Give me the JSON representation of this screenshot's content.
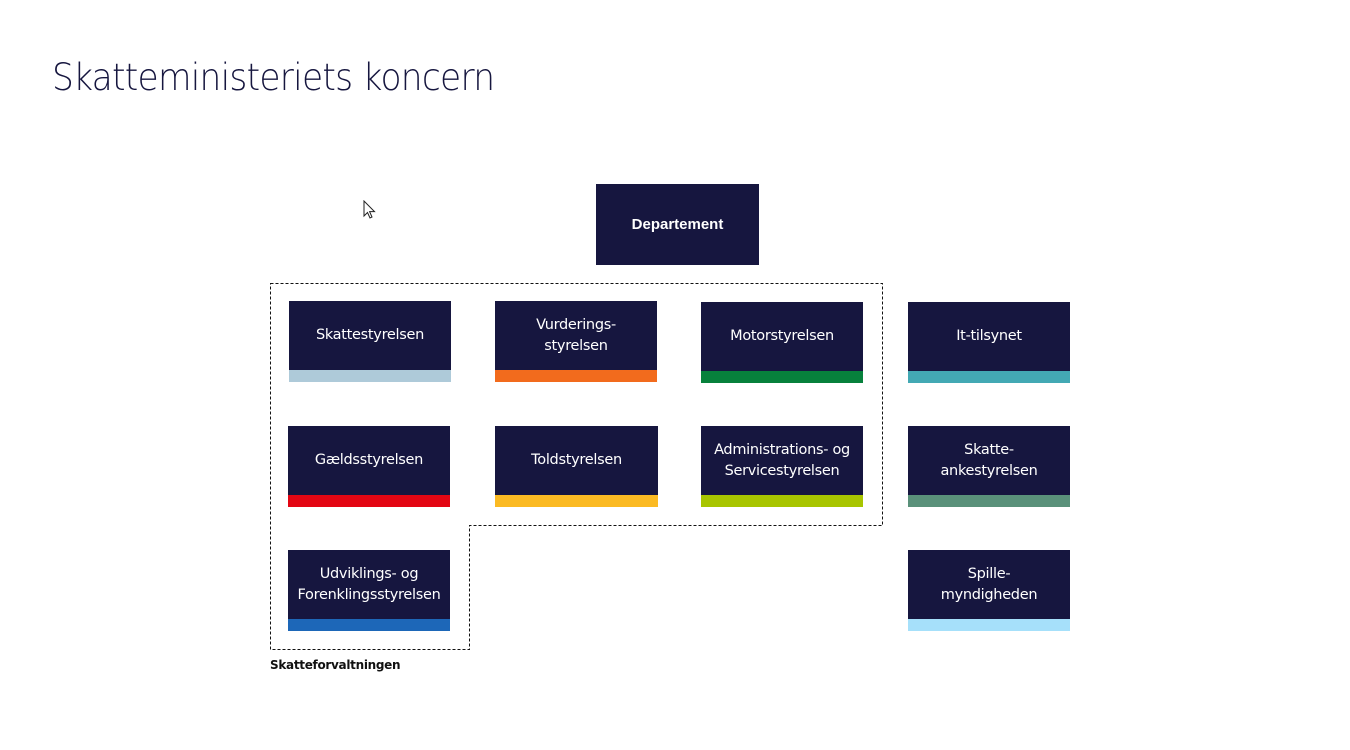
{
  "title": "Skatteministeriets koncern",
  "department": {
    "label": "Departement"
  },
  "group": {
    "label": "Skatteforvaltningen"
  },
  "agencies": [
    {
      "id": "skattestyrelsen",
      "label": "Skattestyrelsen",
      "color": "#aecad9"
    },
    {
      "id": "vurderingsstyrelsen",
      "label": "Vurderings-\nstyrelsen",
      "color": "#f26b1d"
    },
    {
      "id": "motorstyrelsen",
      "label": "Motorstyrelsen",
      "color": "#07813c"
    },
    {
      "id": "it-tilsynet",
      "label": "It-tilsynet",
      "color": "#43a9b4"
    },
    {
      "id": "gaeldsstyrelsen",
      "label": "Gældsstyrelsen",
      "color": "#e30613"
    },
    {
      "id": "toldstyrelsen",
      "label": "Toldstyrelsen",
      "color": "#fbba23"
    },
    {
      "id": "administrations-og-servicestyrelsen",
      "label": "Administrations- og\nServicestyrelsen",
      "color": "#a8c500"
    },
    {
      "id": "skatteankestyrelsen",
      "label": "Skatte-\nankestyrelsen",
      "color": "#5a917a"
    },
    {
      "id": "udviklings-og-forenklingsstyrelsen",
      "label": "Udviklings- og\nForenklingsstyrelsen",
      "color": "#1d67b8"
    },
    {
      "id": "spillemyndigheden",
      "label": "Spille-\nmyndigheden",
      "color": "#a6e0fa"
    }
  ],
  "colors": {
    "box_bg": "#16163f",
    "title": "#16163f"
  }
}
